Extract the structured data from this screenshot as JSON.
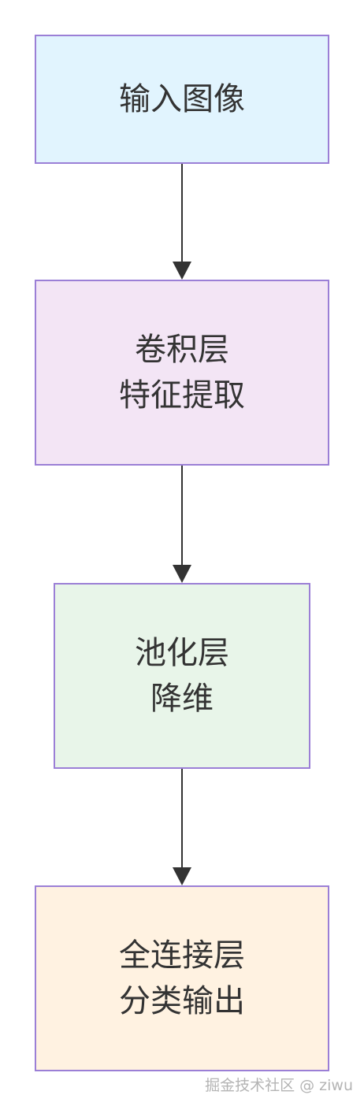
{
  "colors": {
    "border": "#9b7fd6",
    "arrow": "#333333",
    "text": "#333333",
    "input_fill": "#e1f4fe",
    "conv_fill": "#f3e5f5",
    "pool_fill": "#e8f5e9",
    "fc_fill": "#fff2e1"
  },
  "nodes": [
    {
      "id": "input",
      "lines": [
        "输入图像"
      ]
    },
    {
      "id": "conv",
      "lines": [
        "卷积层",
        "特征提取"
      ]
    },
    {
      "id": "pool",
      "lines": [
        "池化层",
        "降维"
      ]
    },
    {
      "id": "fc",
      "lines": [
        "全连接层",
        "分类输出"
      ]
    }
  ],
  "edges": [
    {
      "from": "input",
      "to": "conv"
    },
    {
      "from": "conv",
      "to": "pool"
    },
    {
      "from": "pool",
      "to": "fc"
    }
  ],
  "watermark": "掘金技术社区 @ ziwu"
}
